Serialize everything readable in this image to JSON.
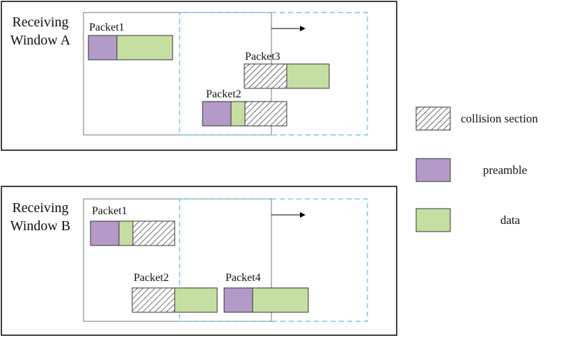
{
  "colors": {
    "preamble": "#b39ac8",
    "data": "#c5dfa3",
    "window_outline": "#777777",
    "dashed_window": "#4fc3d9",
    "frame": "#000000"
  },
  "window_a": {
    "label_line1": "Receiving",
    "label_line2": "Window A",
    "packets": [
      {
        "name": "Packet1",
        "segments": [
          "preamble",
          "data"
        ]
      },
      {
        "name": "Packet3",
        "segments": [
          "collision",
          "data"
        ]
      },
      {
        "name": "Packet2",
        "segments": [
          "preamble",
          "data",
          "collision"
        ]
      }
    ]
  },
  "window_b": {
    "label_line1": "Receiving",
    "label_line2": "Window B",
    "packets": [
      {
        "name": "Packet1",
        "segments": [
          "preamble",
          "data",
          "collision"
        ]
      },
      {
        "name": "Packet2",
        "segments": [
          "collision",
          "data"
        ]
      },
      {
        "name": "Packet4",
        "segments": [
          "preamble",
          "data"
        ]
      }
    ]
  },
  "legend": {
    "collision": "collision section",
    "preamble": "preamble",
    "data": "data"
  }
}
